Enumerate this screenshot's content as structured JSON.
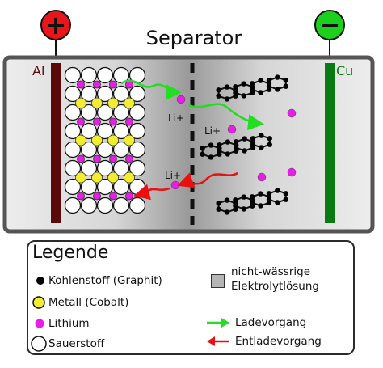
{
  "diagram": {
    "separator_label": "Separator",
    "anode_metal": "Al",
    "cathode_metal": "Cu",
    "plus_sign": "+",
    "minus_sign": "−",
    "ion_label": "Li+",
    "colors": {
      "positive_terminal": "#e8161b",
      "negative_terminal": "#1bd11b",
      "aluminium_collector": "#5a0a0a",
      "copper_collector": "#0a7a12",
      "cobalt": "#f2ee2e",
      "lithium": "#e81ee8",
      "carbon": "#000000",
      "charge_arrow": "#22dd22",
      "discharge_arrow": "#e81010",
      "cell_border": "#555555"
    }
  },
  "legend": {
    "title": "Legende",
    "items": [
      {
        "icon": "black-dot",
        "label": "Kohlenstoff (Graphit)"
      },
      {
        "icon": "yellow-dot",
        "label": "Metall (Cobalt)"
      },
      {
        "icon": "magenta-dot",
        "label": "Lithium"
      },
      {
        "icon": "white-dot",
        "label": "Sauerstoff"
      }
    ],
    "electrolyte_line1": "nicht-wässrige",
    "electrolyte_line2": "Elektrolytlösung",
    "charge_label": "Ladevorgang",
    "discharge_label": "Entladevorgang"
  }
}
